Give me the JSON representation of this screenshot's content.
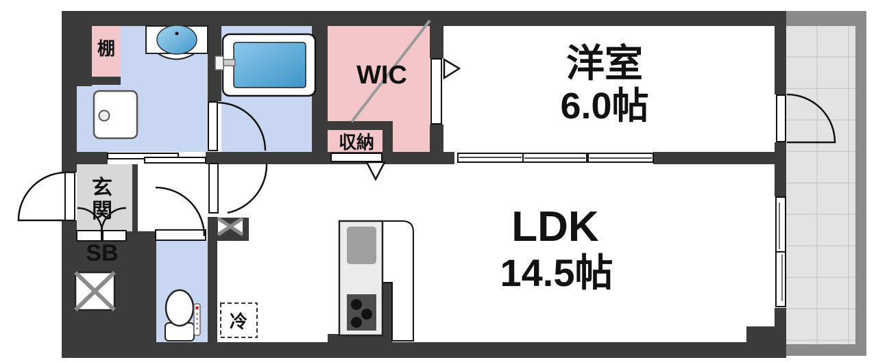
{
  "floorplan": {
    "rooms": {
      "western_room": {
        "name": "洋室",
        "size": "6.0帖"
      },
      "ldk": {
        "name": "LDK",
        "size": "14.5帖"
      },
      "wic": {
        "label": "WIC"
      },
      "storage": {
        "label": "収納"
      },
      "shelf": {
        "label": "棚"
      },
      "entrance": {
        "label": "玄関",
        "char1": "玄",
        "char2": "関"
      },
      "shoe_box": {
        "label": "SB"
      },
      "refrigerator": {
        "label": "冷"
      }
    },
    "colors": {
      "wall": "#3b3b3b",
      "wet_room_blue": "#c9d6f1",
      "closet_pink": "#f3c7ca",
      "entrance_gray": "#d8d8d8",
      "balcony_floor": "#e3e3e3",
      "balcony_grid": "#cbcbcb",
      "balcony_wall": "#8a8a8a",
      "tub_blue": "#4a9ccb"
    }
  }
}
